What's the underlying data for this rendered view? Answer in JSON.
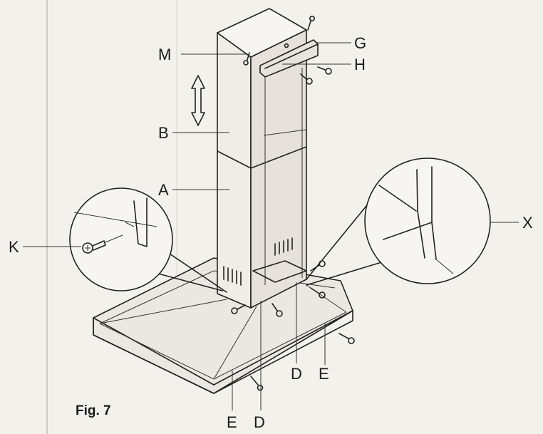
{
  "caption": "Fig. 7",
  "labels": {
    "M": "M",
    "G": "G",
    "H": "H",
    "B": "B",
    "A": "A",
    "K": "K",
    "X": "X",
    "D_right": "D",
    "E_right": "E",
    "E_bottom": "E",
    "D_bottom": "D"
  },
  "colors": {
    "paper": "#f3f1ec",
    "ink": "#1a1a1a"
  }
}
